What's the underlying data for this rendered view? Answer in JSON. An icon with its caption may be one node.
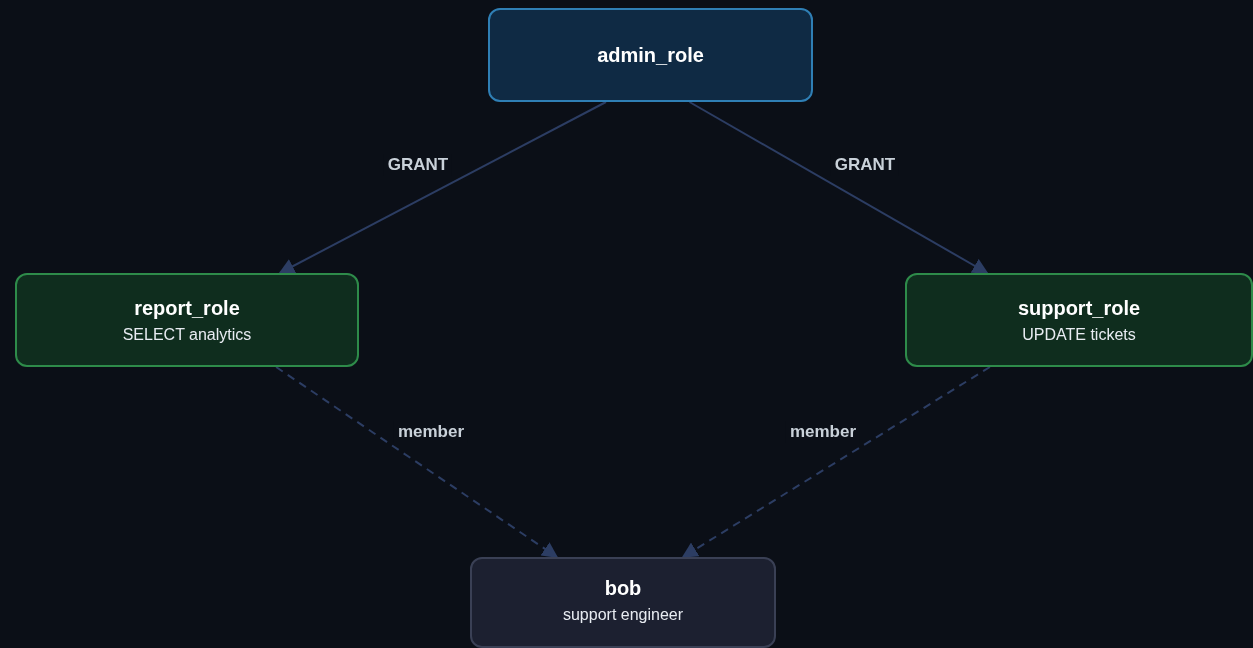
{
  "diagram": {
    "nodes": [
      {
        "text": [
          "admin_role"
        ]
      },
      {
        "text": [
          "report_role",
          "SELECT analytics"
        ]
      },
      {
        "text": [
          "support_role",
          "UPDATE tickets"
        ]
      },
      {
        "text": [
          "bob",
          "support engineer"
        ]
      }
    ],
    "edges": [
      {
        "from": 0,
        "to": 1,
        "arrow": "to",
        "label": "GRANT"
      },
      {
        "from": 0,
        "to": 2,
        "arrow": "to",
        "label": "GRANT"
      },
      {
        "from": 1,
        "to": 3,
        "arrow": "to",
        "label": "member",
        "style": "dashed"
      },
      {
        "from": 2,
        "to": 3,
        "arrow": "to",
        "label": "member",
        "style": "dashed"
      }
    ]
  }
}
